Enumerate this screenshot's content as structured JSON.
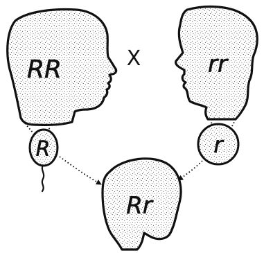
{
  "parent_left": {
    "genotype": "RR"
  },
  "parent_right": {
    "genotype": "rr"
  },
  "cross_symbol": "X",
  "sperm": {
    "allele": "R"
  },
  "egg": {
    "allele": "r"
  },
  "offspring": {
    "genotype": "Rr"
  },
  "colors": {
    "outline": "#111111",
    "stipple": "#2a2a2a",
    "background": "#ffffff"
  }
}
